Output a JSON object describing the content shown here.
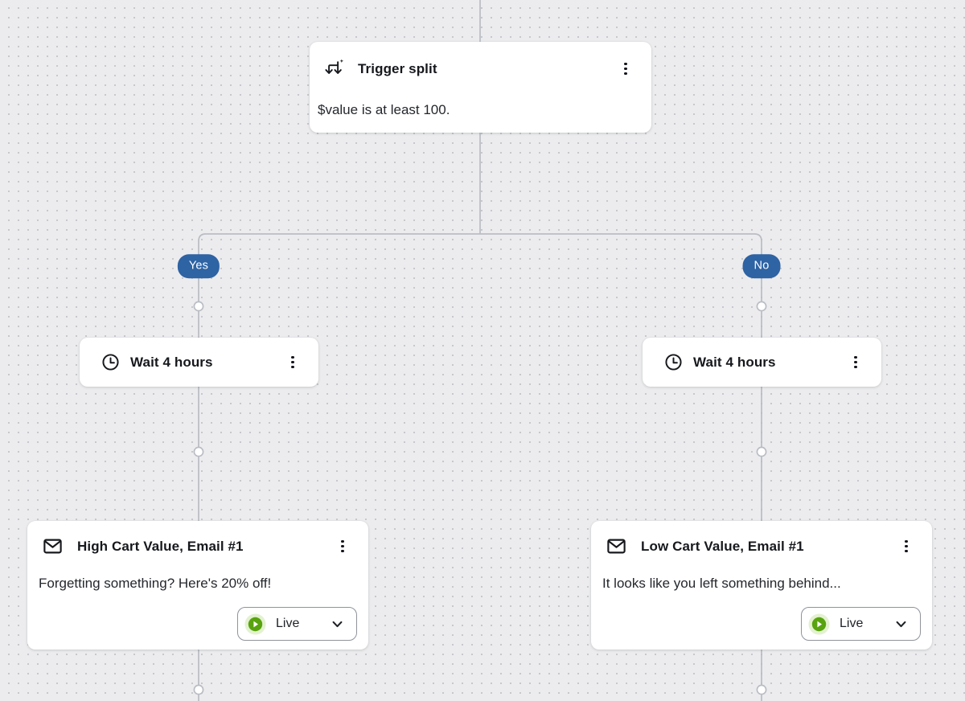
{
  "colors": {
    "canvas_bg": "#ececee",
    "grid_dot": "#c6c7cb",
    "connector": "#b9bdc3",
    "card_bg": "#ffffff",
    "branch_pill_bg": "#2e63a4",
    "branch_pill_text": "#ffffff",
    "title_text": "#16181c",
    "body_text": "#24272c",
    "live_green": "#58a30f",
    "live_halo": "#e3f1d0",
    "button_border": "#8f949b"
  },
  "trigger_node": {
    "title": "Trigger split",
    "description": "$value is at least 100.",
    "icon": "trigger-split-icon",
    "menu_icon": "kebab-menu-icon"
  },
  "branch": {
    "yes": "Yes",
    "no": "No"
  },
  "wait_nodes": {
    "left": {
      "title": "Wait 4 hours",
      "icon": "clock-icon",
      "menu_icon": "kebab-menu-icon"
    },
    "right": {
      "title": "Wait 4 hours",
      "icon": "clock-icon",
      "menu_icon": "kebab-menu-icon"
    }
  },
  "email_nodes": {
    "left": {
      "title": "High Cart Value, Email #1",
      "subject": "Forgetting something? Here's 20% off!",
      "status_label": "Live",
      "icon": "envelope-icon",
      "status_icon": "play-icon",
      "dropdown_icon": "chevron-down-icon"
    },
    "right": {
      "title": "Low Cart Value, Email #1",
      "subject": "It looks like you left something behind...",
      "status_label": "Live",
      "icon": "envelope-icon",
      "status_icon": "play-icon",
      "dropdown_icon": "chevron-down-icon"
    }
  }
}
